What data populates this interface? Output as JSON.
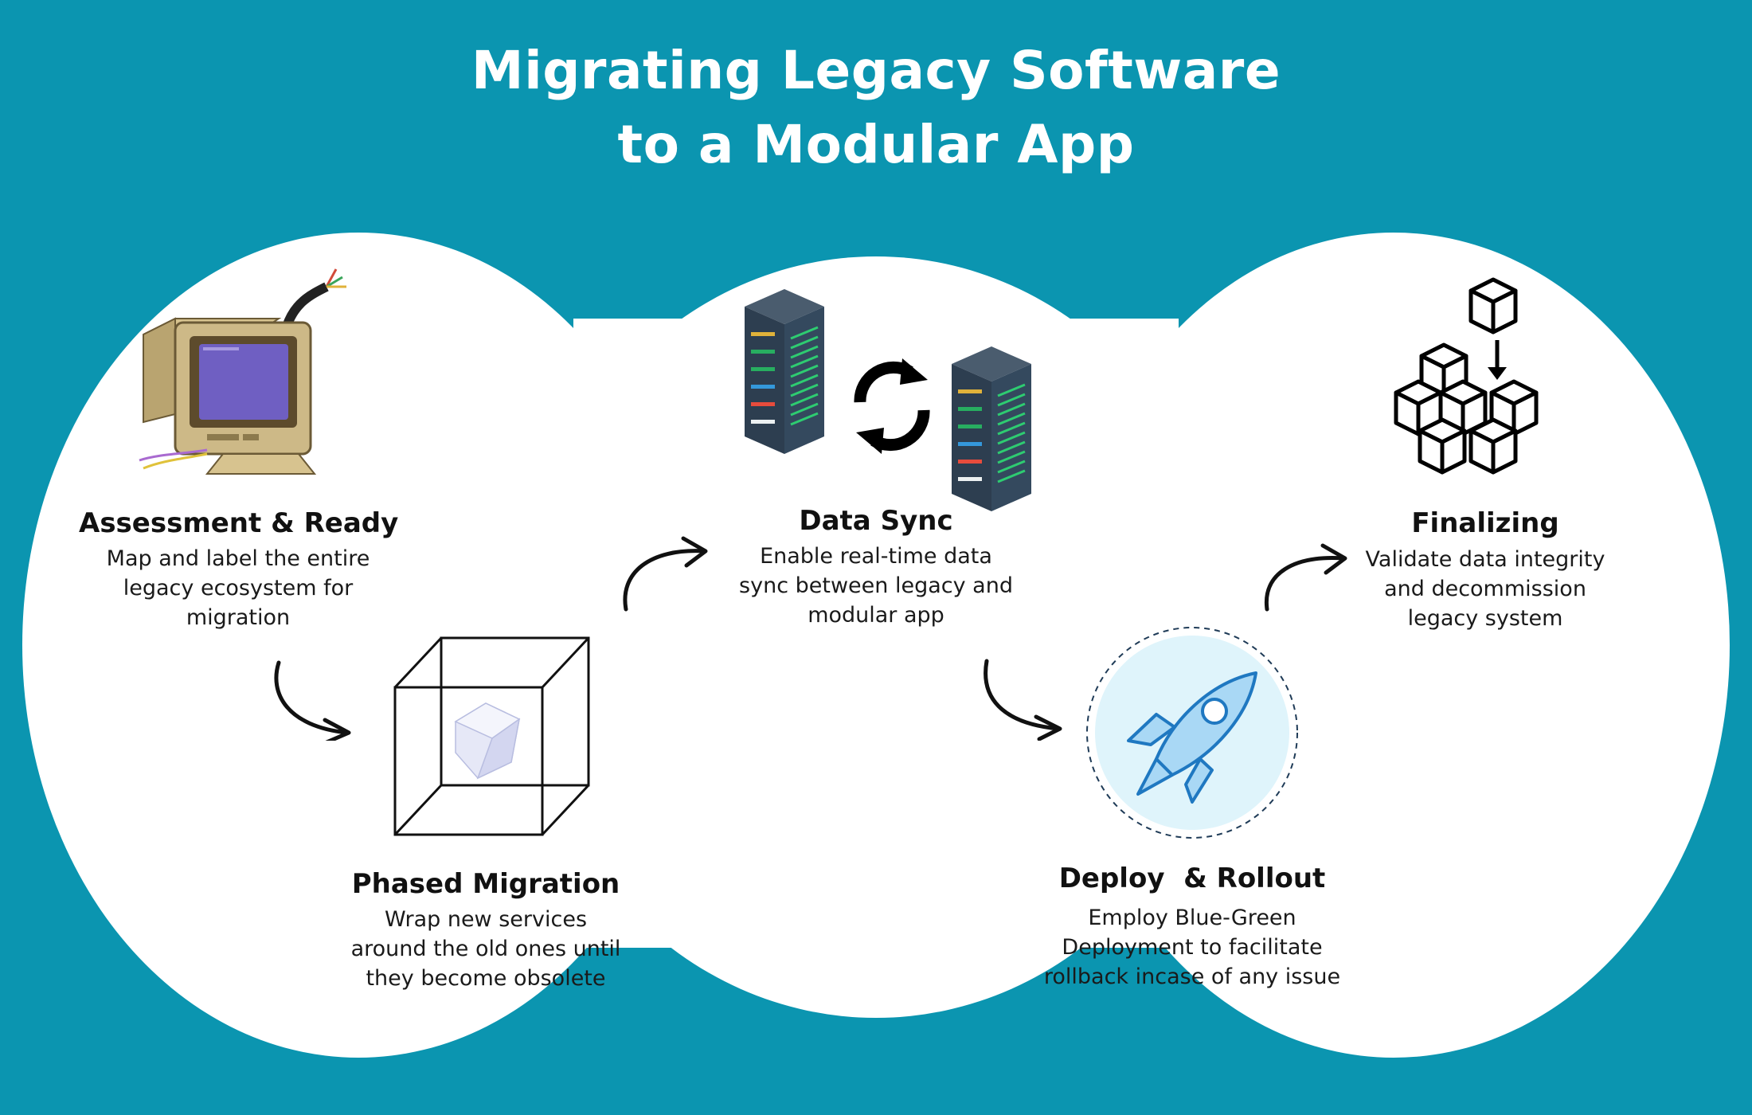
{
  "title": {
    "line1": "Migrating Legacy Software",
    "line2": "to a Modular App"
  },
  "colors": {
    "background": "#0b95b0",
    "panel": "#ffffff",
    "rocket_circle": "#dff4fb",
    "rocket_blue": "#1f78c1"
  },
  "steps": [
    {
      "icon": "retro-computer-icon",
      "title": "Assessment & Ready",
      "lines": [
        "Map and label the entire",
        "legacy ecosystem for",
        "migration"
      ]
    },
    {
      "icon": "wireframe-cube-icon",
      "title": "Phased Migration",
      "lines": [
        "Wrap new services",
        "around the old ones until",
        "they become obsolete"
      ]
    },
    {
      "icon": "server-sync-icon",
      "title": "Data Sync",
      "lines": [
        "Enable real-time data",
        "sync between legacy and",
        "modular app"
      ]
    },
    {
      "icon": "rocket-icon",
      "title": "Deploy  & Rollout",
      "lines": [
        "Employ Blue-Green",
        "Deployment to facilitate",
        "rollback incase of any issue"
      ]
    },
    {
      "icon": "modular-blocks-icon",
      "title": "Finalizing",
      "lines": [
        "Validate data integrity",
        "and decommission",
        "legacy system"
      ]
    }
  ]
}
